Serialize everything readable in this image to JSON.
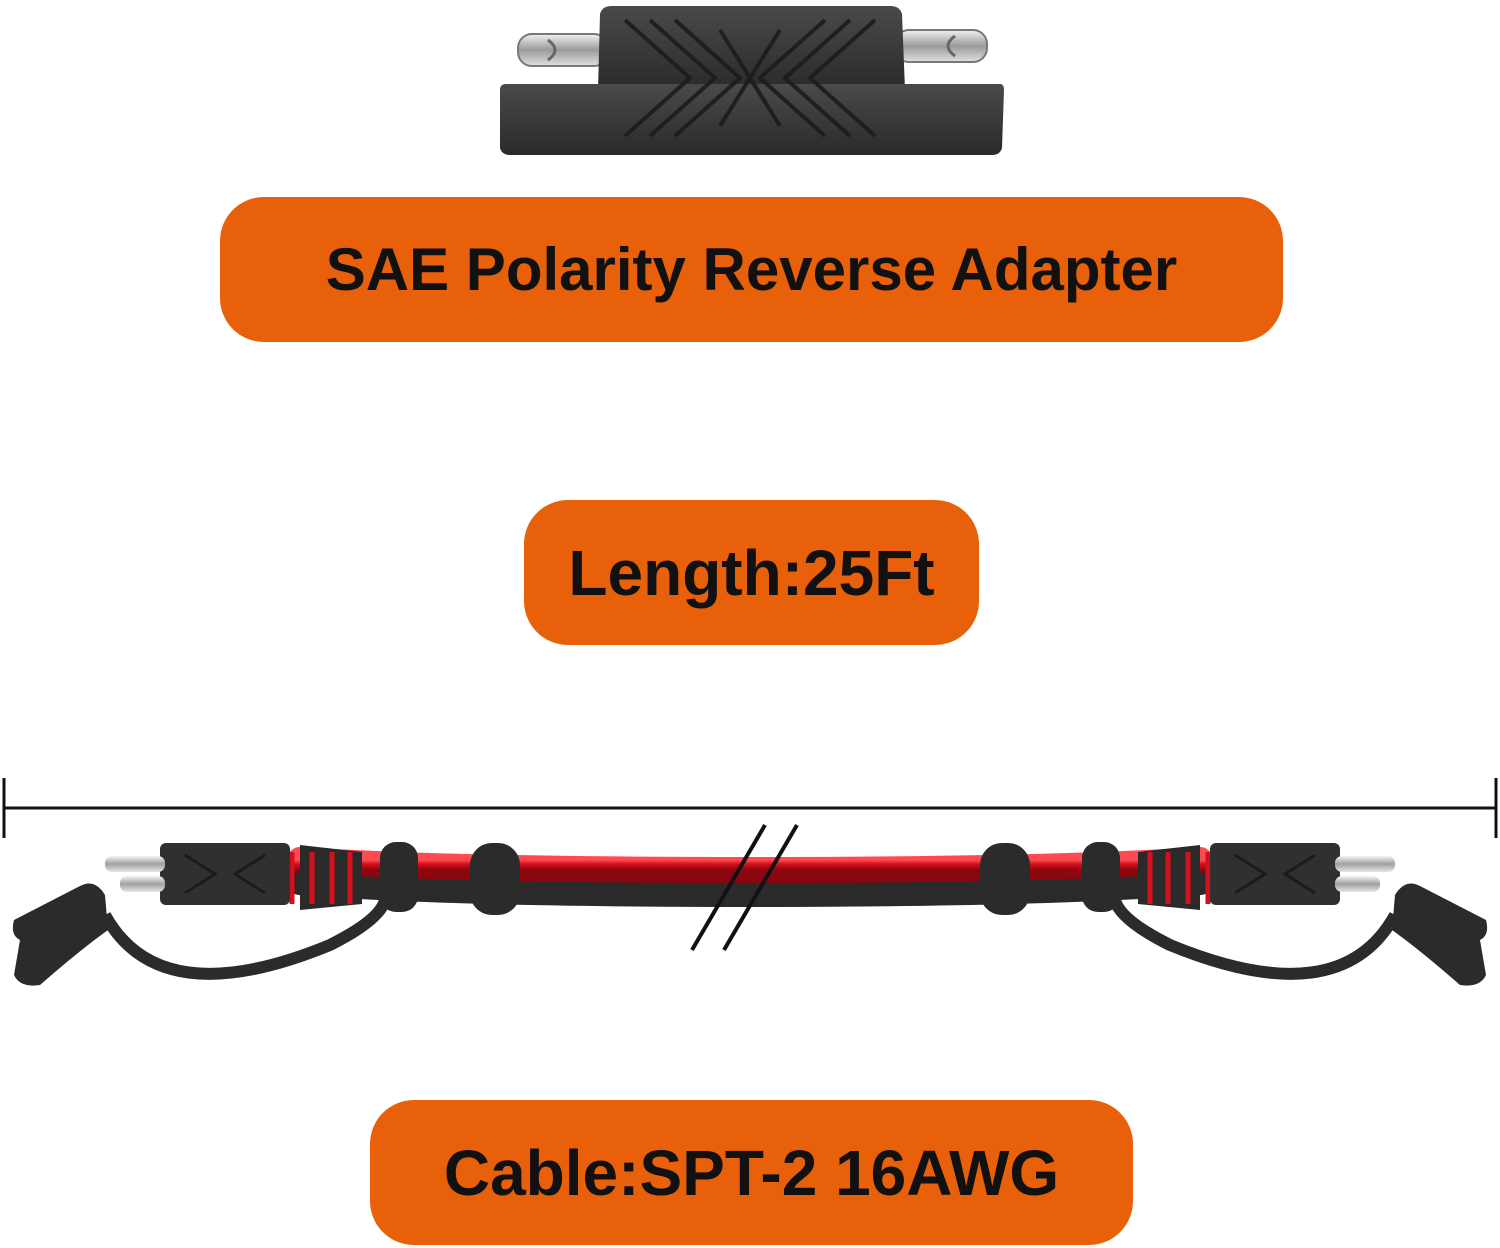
{
  "labels": {
    "adapter_title": "SAE Polarity Reverse Adapter",
    "length": "Length:25Ft",
    "cable": "Cable:SPT-2 16AWG"
  },
  "colors": {
    "label_background": "#e8600a",
    "label_text": "#111111",
    "cable_red": "#d4101c",
    "connector_body": "#2e2e2e"
  }
}
